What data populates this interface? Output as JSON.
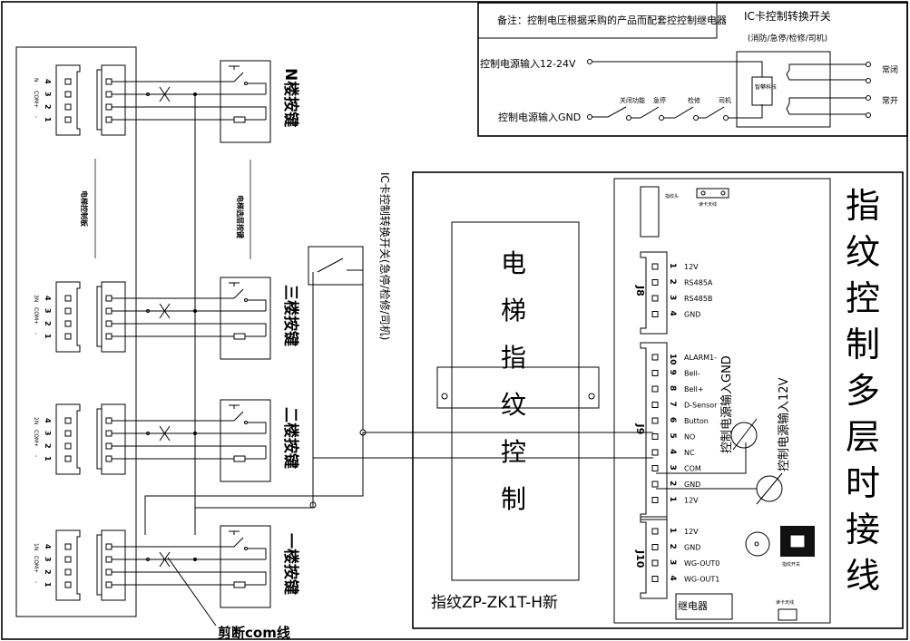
{
  "note": {
    "text": "备注：控制电压根据采购的产品而配套控控制继电器",
    "ic_switch_title": "IC卡控制转换开关",
    "ic_switch_modes": "(消防/急停/检修/司机)",
    "power_in_v": "控制电源输入12-24V",
    "power_in_gnd": "控制电源输入GND",
    "switches": [
      "关闭功能",
      "急停",
      "检修",
      "司机"
    ],
    "module_label": "智攀科技",
    "nc_label": "常闭",
    "no_label": "常开"
  },
  "elevator_panel": {
    "control_board_label": "电梯控制板",
    "floor_keys_label": "电梯选层按键",
    "pin_numbers": [
      "4",
      "3",
      "2",
      "1"
    ],
    "pin_signs": [
      "N",
      "COM",
      "+",
      "-"
    ],
    "floors": [
      {
        "key_label": "N楼按键",
        "sign_n": "N"
      },
      {
        "key_label": "三楼按键",
        "sign_n": "3N"
      },
      {
        "key_label": "二楼按键",
        "sign_n": "2N"
      },
      {
        "key_label": "一楼按键",
        "sign_n": "1N"
      }
    ],
    "cut_label": "剪断com线"
  },
  "middle_switch_label": "IC卡控制转换开关(急停/检修/司机)",
  "controller": {
    "center_chars": [
      "电",
      "梯",
      "指",
      "纹",
      "控",
      "制"
    ],
    "model": "指纹ZP-ZK1T-H新",
    "sensor_label": "指纹头",
    "swipe_label": "读卡天线",
    "fp_switch_label": "指纹开关",
    "relay_label": "继电器",
    "gnd_input": "控制电源输入GND",
    "v12_input": "控制电源输入12V",
    "j8": {
      "name": "J8",
      "pins": [
        {
          "n": "1",
          "label": "12V"
        },
        {
          "n": "2",
          "label": "RS485A"
        },
        {
          "n": "3",
          "label": "RS485B"
        },
        {
          "n": "4",
          "label": "GND"
        }
      ]
    },
    "j9": {
      "name": "J9",
      "pins": [
        {
          "n": "10",
          "label": "ALARM1-"
        },
        {
          "n": "9",
          "label": "Bell-"
        },
        {
          "n": "8",
          "label": "Bell+"
        },
        {
          "n": "7",
          "label": "D-Sensor"
        },
        {
          "n": "6",
          "label": "Button"
        },
        {
          "n": "5",
          "label": "NO"
        },
        {
          "n": "4",
          "label": "NC"
        },
        {
          "n": "3",
          "label": "COM"
        },
        {
          "n": "2",
          "label": "GND"
        },
        {
          "n": "1",
          "label": "12V"
        }
      ]
    },
    "j10": {
      "name": "J10",
      "pins": [
        {
          "n": "1",
          "label": "12V"
        },
        {
          "n": "2",
          "label": "GND"
        },
        {
          "n": "3",
          "label": "WG-OUT0"
        },
        {
          "n": "4",
          "label": "WG-OUT1"
        }
      ]
    }
  },
  "title_chars": [
    "指",
    "纹",
    "控",
    "制",
    "多",
    "层",
    "时",
    "接",
    "线"
  ]
}
